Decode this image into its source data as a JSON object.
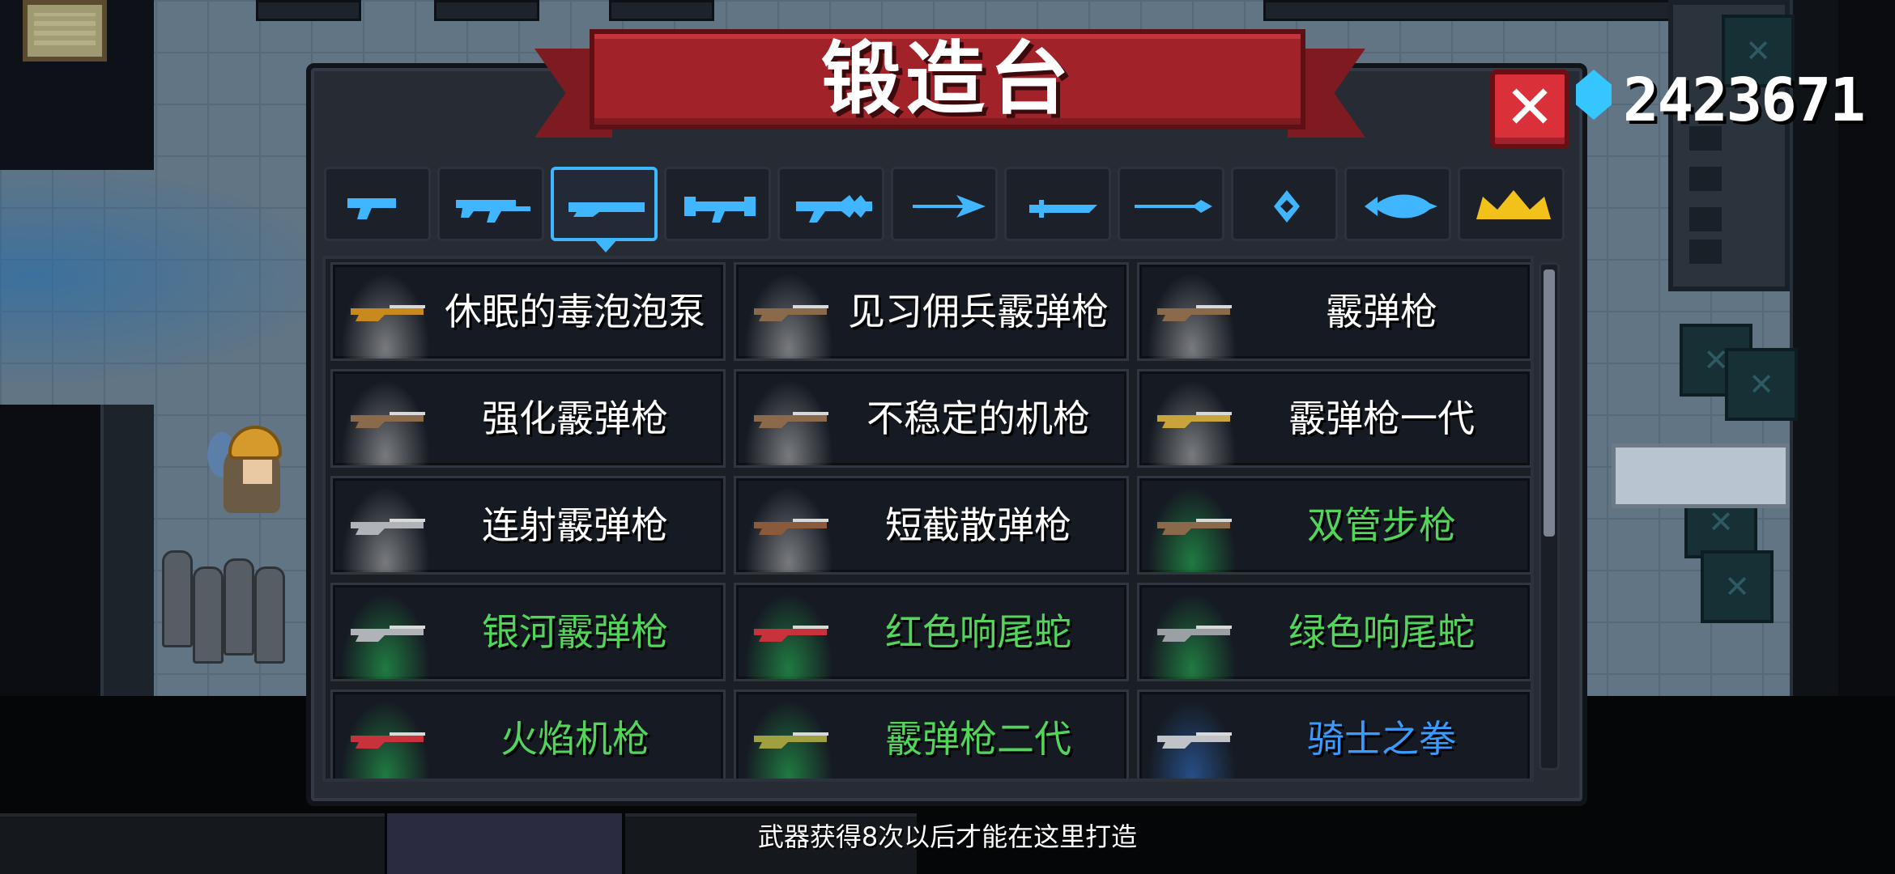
{
  "forge": {
    "title": "锻造台",
    "close_label": "✕",
    "gem_count": "2423671",
    "hint": "武器获得8次以后才能在这里打造",
    "selected_tab_index": 2,
    "accent_color": "#3fb6ff",
    "tabs": [
      {
        "icon": "pistol-icon",
        "color": "#3fb6ff"
      },
      {
        "icon": "rifle-icon",
        "color": "#3fb6ff"
      },
      {
        "icon": "shotgun-icon",
        "color": "#3fb6ff"
      },
      {
        "icon": "launcher-icon",
        "color": "#3fb6ff"
      },
      {
        "icon": "laser-gun-icon",
        "color": "#3fb6ff"
      },
      {
        "icon": "bow-icon",
        "color": "#3fb6ff"
      },
      {
        "icon": "sword-icon",
        "color": "#3fb6ff"
      },
      {
        "icon": "spear-icon",
        "color": "#3fb6ff"
      },
      {
        "icon": "staff-icon",
        "color": "#3fb6ff"
      },
      {
        "icon": "fish-icon",
        "color": "#3fb6ff"
      },
      {
        "icon": "crown-icon",
        "color": "#f2c21b"
      }
    ],
    "weapons": [
      {
        "name": "休眠的毒泡泡泵",
        "rarity": "white",
        "gun_color": "#c88a1c"
      },
      {
        "name": "见习佣兵霰弹枪",
        "rarity": "white",
        "gun_color": "#8a6a4a"
      },
      {
        "name": "霰弹枪",
        "rarity": "white",
        "gun_color": "#8a6a4a"
      },
      {
        "name": "强化霰弹枪",
        "rarity": "white",
        "gun_color": "#8a6a4a"
      },
      {
        "name": "不稳定的机枪",
        "rarity": "white",
        "gun_color": "#8a6a4a"
      },
      {
        "name": "霰弹枪一代",
        "rarity": "white",
        "gun_color": "#c9a43a"
      },
      {
        "name": "连射霰弹枪",
        "rarity": "white",
        "gun_color": "#b0b4b8"
      },
      {
        "name": "短截散弹枪",
        "rarity": "white",
        "gun_color": "#8a5a3a"
      },
      {
        "name": "双管步枪",
        "rarity": "green",
        "gun_color": "#8a6a4a"
      },
      {
        "name": "银河霰弹枪",
        "rarity": "green",
        "gun_color": "#b0b4b8"
      },
      {
        "name": "红色响尾蛇",
        "rarity": "green",
        "gun_color": "#c8323a"
      },
      {
        "name": "绿色响尾蛇",
        "rarity": "green",
        "gun_color": "#9aa0a4"
      },
      {
        "name": "火焰机枪",
        "rarity": "green",
        "gun_color": "#c8323a"
      },
      {
        "name": "霰弹枪二代",
        "rarity": "green",
        "gun_color": "#a0a040"
      },
      {
        "name": "骑士之拳",
        "rarity": "blue",
        "gun_color": "#c0c4c8"
      }
    ]
  }
}
